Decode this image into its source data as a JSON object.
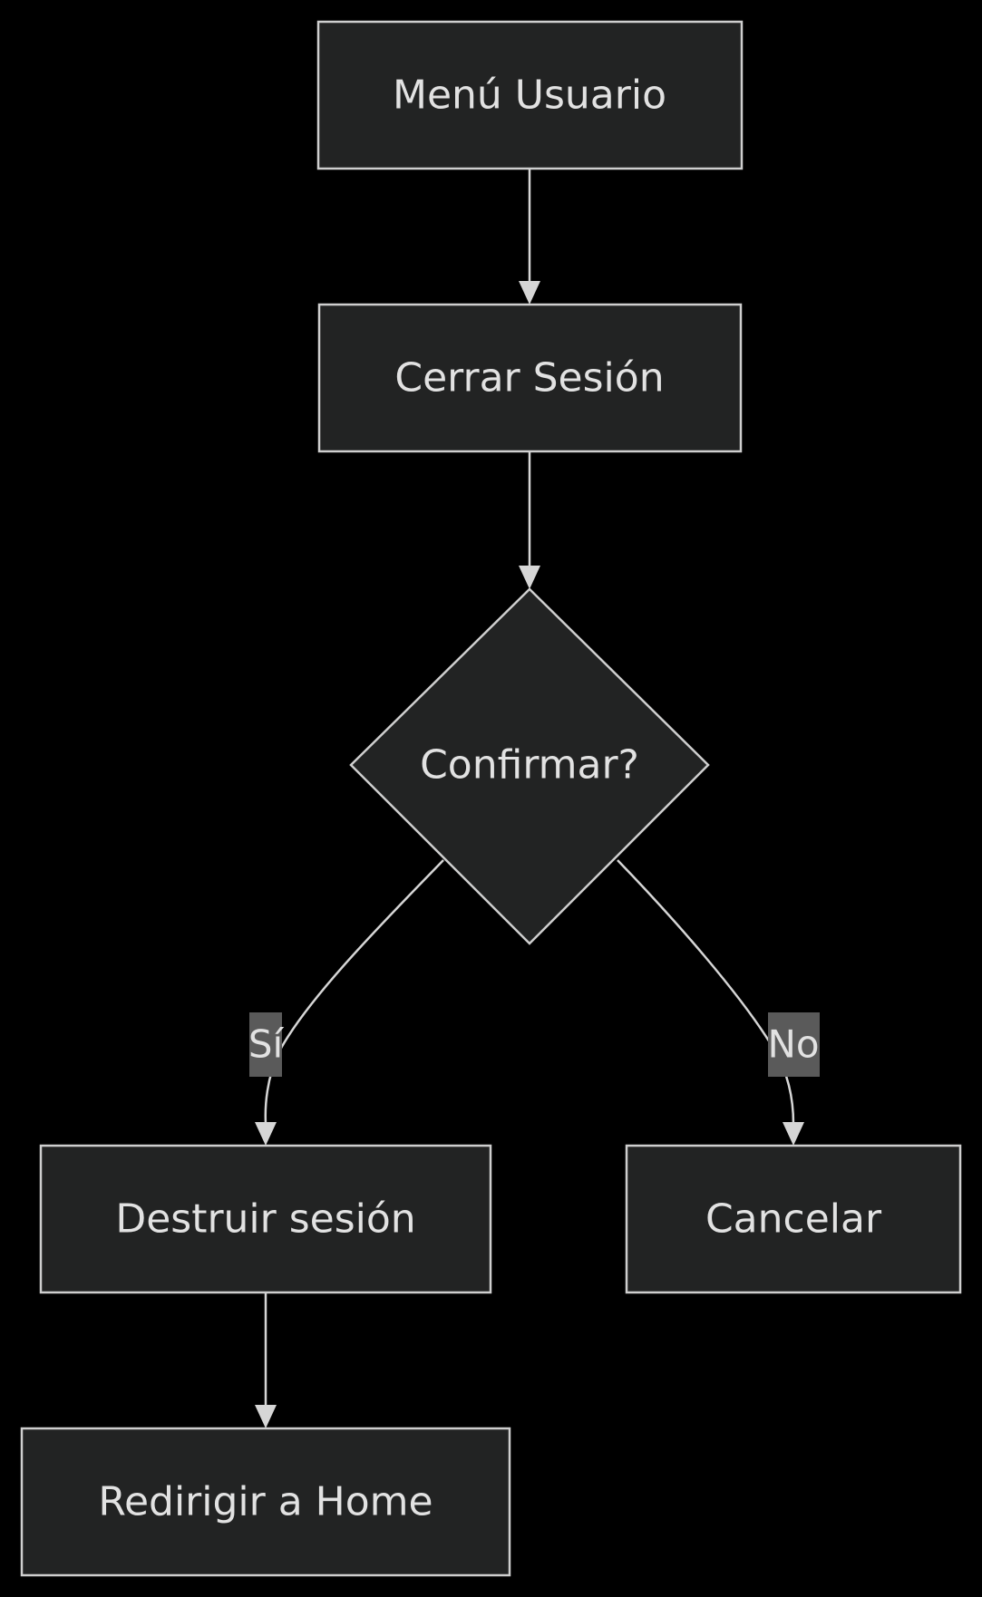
{
  "nodes": {
    "menu_usuario": "Menú Usuario",
    "cerrar_sesion": "Cerrar Sesión",
    "confirmar": "Confirmar?",
    "destruir_sesion": "Destruir sesión",
    "cancelar": "Cancelar",
    "redirigir_home": "Redirigir a Home"
  },
  "edges": {
    "yes_label": "Sí",
    "no_label": "No"
  },
  "colors": {
    "background": "#000000",
    "node_fill": "#222323",
    "node_stroke": "#cfcfcf",
    "text": "#e2e2e2",
    "edge": "#d6d6d6",
    "edge_label_bg": "#5a5a5a"
  }
}
